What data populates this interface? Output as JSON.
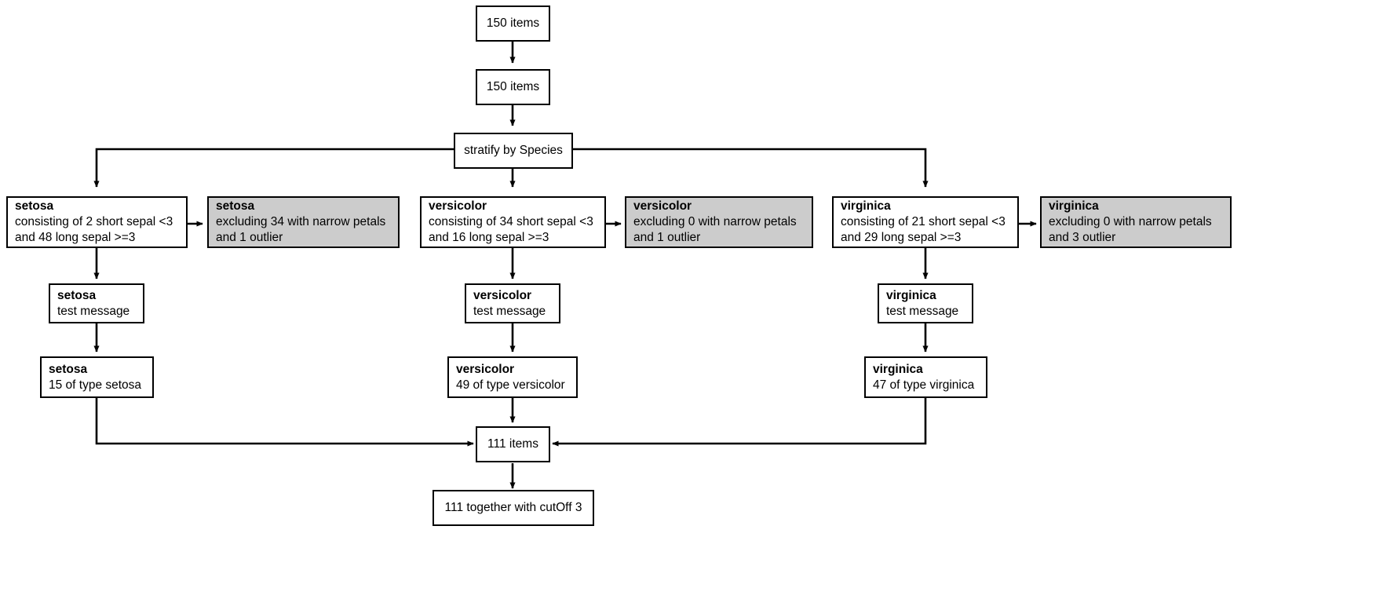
{
  "diagram": {
    "title": "iris stratified flow diagram",
    "colors": {
      "stroke": "#000000",
      "node_fill": "#ffffff",
      "shaded_fill": "#cccccc",
      "text": "#000000"
    },
    "nodes": {
      "top_items": {
        "label": "150 items"
      },
      "second_items": {
        "label": "150 items"
      },
      "stratify": {
        "label": "stratify by Species"
      },
      "setosa_main": {
        "title": "setosa",
        "line1": "consisting of 2 short sepal <3",
        "line2": "and 48 long sepal >=3"
      },
      "setosa_excluded": {
        "title": "setosa",
        "line1": "excluding 34 with narrow petals",
        "line2": "and 1 outlier"
      },
      "versicolor_main": {
        "title": "versicolor",
        "line1": "consisting of 34 short sepal <3",
        "line2": "and 16 long sepal >=3"
      },
      "versicolor_excluded": {
        "title": "versicolor",
        "line1": "excluding 0 with narrow petals",
        "line2": "and 1 outlier"
      },
      "virginica_main": {
        "title": "virginica",
        "line1": "consisting of 21 short sepal <3",
        "line2": "and 29 long sepal >=3"
      },
      "virginica_excluded": {
        "title": "virginica",
        "line1": "excluding 0 with narrow petals",
        "line2": "and 3 outlier"
      },
      "setosa_test": {
        "title": "setosa",
        "line1": "test message"
      },
      "versicolor_test": {
        "title": "versicolor",
        "line1": "test message"
      },
      "virginica_test": {
        "title": "virginica",
        "line1": "test message"
      },
      "setosa_count": {
        "title": "setosa",
        "line1": "15 of type setosa"
      },
      "versicolor_count": {
        "title": "versicolor",
        "line1": "49 of type versicolor"
      },
      "virginica_count": {
        "title": "virginica",
        "line1": "47 of type virginica"
      },
      "merged_items": {
        "label": "111 items"
      },
      "final": {
        "label": "111 together with cutOff 3"
      }
    }
  }
}
